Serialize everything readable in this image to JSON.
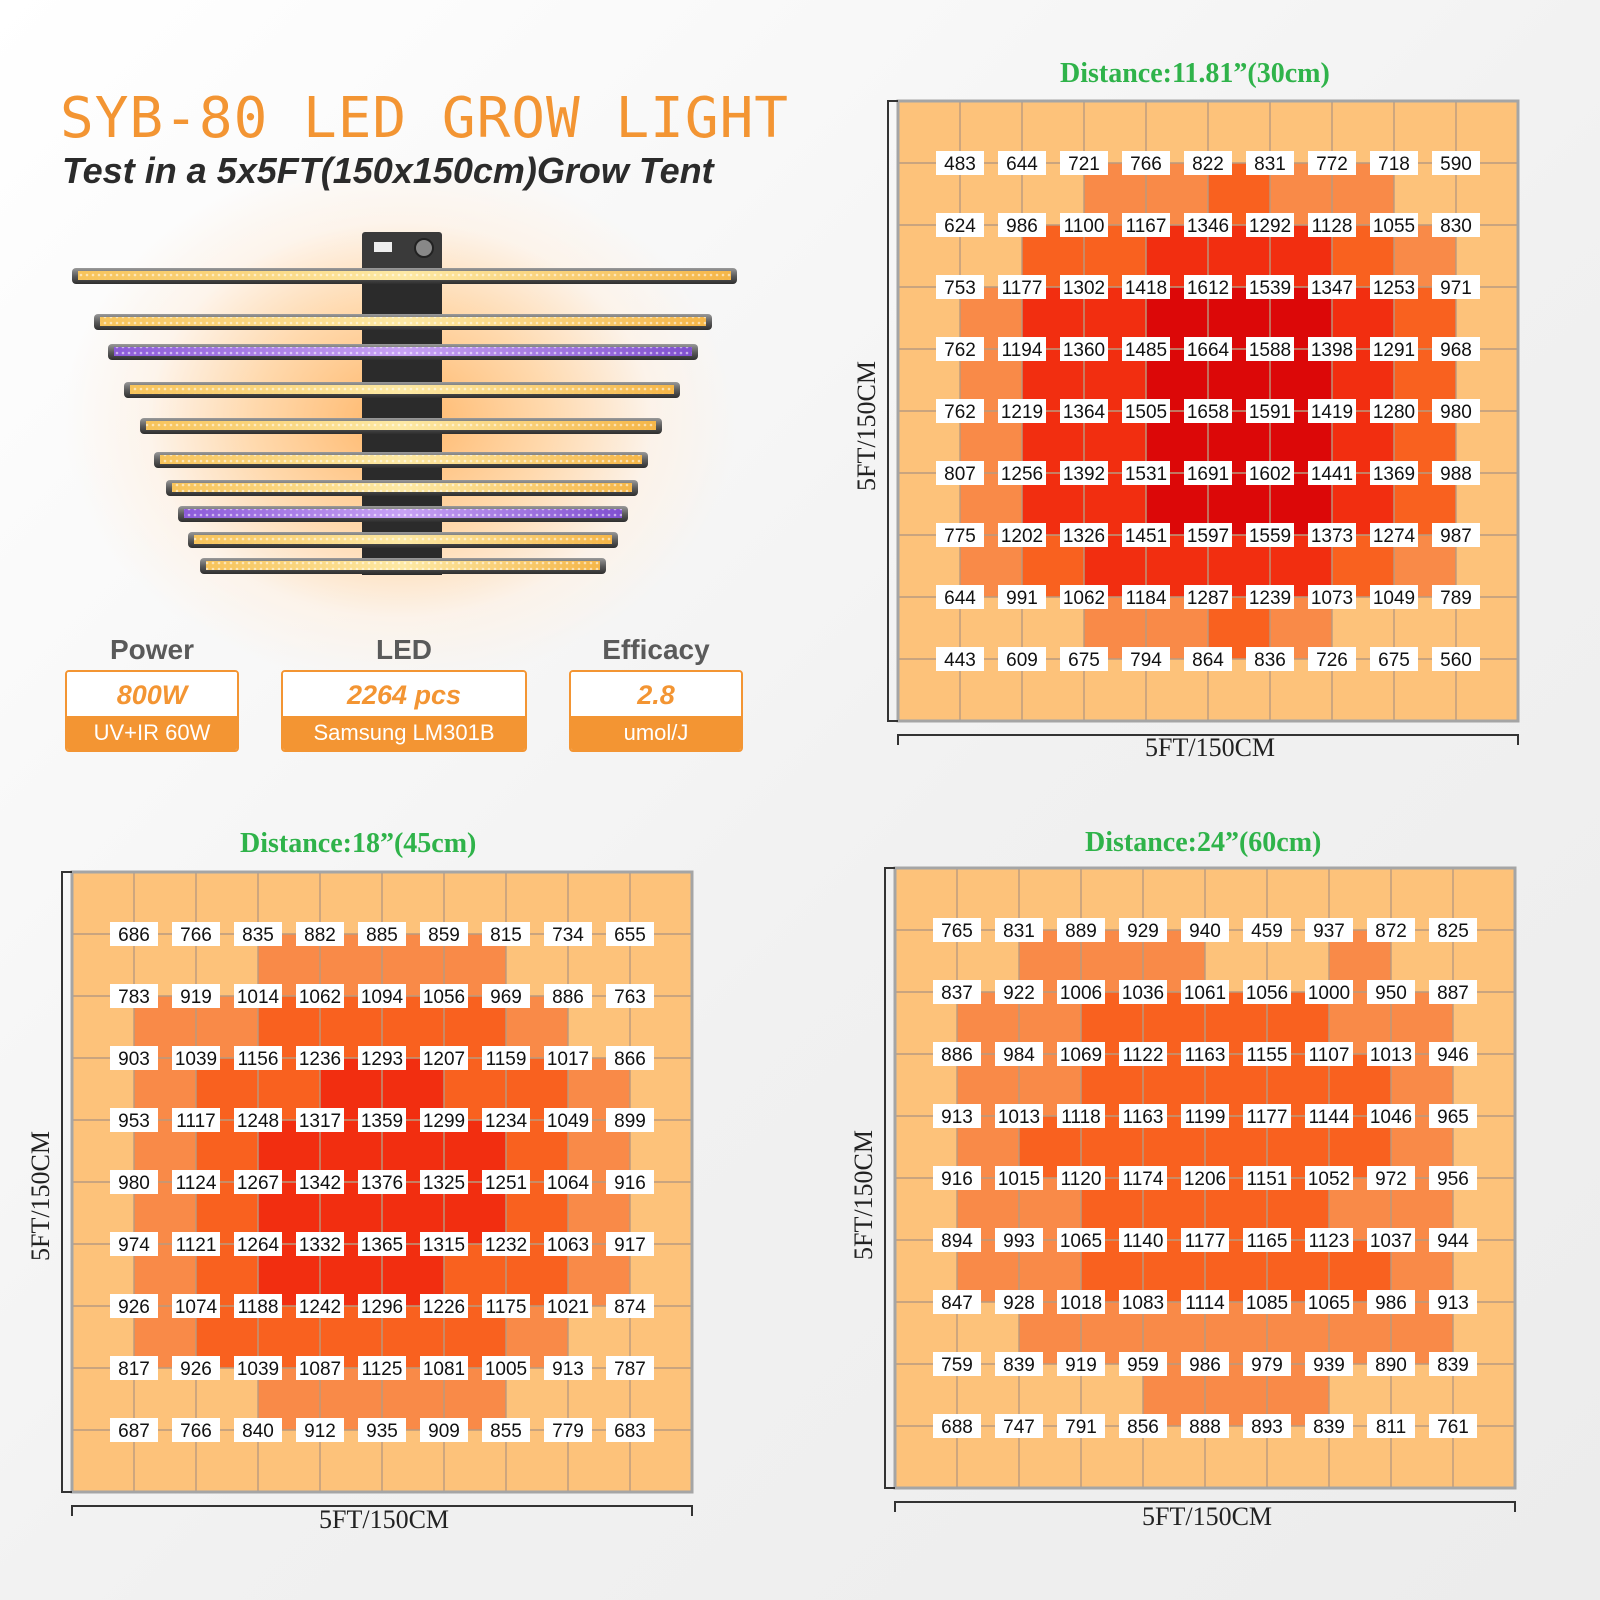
{
  "header": {
    "title": "SYB-80 LED GROW LIGHT",
    "subtitle": "Test in a 5x5FT(150x150cm)Grow Tent"
  },
  "specs": [
    {
      "label": "Power",
      "main": "800W",
      "sub": "UV+IR 60W"
    },
    {
      "label": "LED",
      "main": "2264 pcs",
      "sub": "Samsung LM301B"
    },
    {
      "label": "Efficacy",
      "main": "2.8",
      "sub": "umol/J"
    }
  ],
  "colors": {
    "accent": "#f39533",
    "title_green": "#2fb34a",
    "heat_light": "#fdc27a",
    "heat_mid": "#f98a48",
    "heat_orange": "#f9611f",
    "heat_red": "#f22e10",
    "heat_deep": "#dc0808"
  },
  "chart_data": [
    {
      "type": "heatmap",
      "title": "Distance:11.81”(30cm)",
      "xlabel": "5FT/150CM",
      "ylabel": "5FT/150CM",
      "values": [
        [
          483,
          644,
          721,
          766,
          822,
          831,
          772,
          718,
          590
        ],
        [
          624,
          986,
          1100,
          1167,
          1346,
          1292,
          1128,
          1055,
          830
        ],
        [
          753,
          1177,
          1302,
          1418,
          1612,
          1539,
          1347,
          1253,
          971
        ],
        [
          762,
          1194,
          1360,
          1485,
          1664,
          1588,
          1398,
          1291,
          968
        ],
        [
          762,
          1219,
          1364,
          1505,
          1658,
          1591,
          1419,
          1280,
          980
        ],
        [
          807,
          1256,
          1392,
          1531,
          1691,
          1602,
          1441,
          1369,
          988
        ],
        [
          775,
          1202,
          1326,
          1451,
          1597,
          1559,
          1373,
          1274,
          987
        ],
        [
          644,
          991,
          1062,
          1184,
          1287,
          1239,
          1073,
          1049,
          789
        ],
        [
          443,
          609,
          675,
          794,
          864,
          836,
          726,
          675,
          560
        ]
      ]
    },
    {
      "type": "heatmap",
      "title": "Distance:18”(45cm)",
      "xlabel": "5FT/150CM",
      "ylabel": "5FT/150CM",
      "values": [
        [
          686,
          766,
          835,
          882,
          885,
          859,
          815,
          734,
          655
        ],
        [
          783,
          919,
          1014,
          1062,
          1094,
          1056,
          969,
          886,
          763
        ],
        [
          903,
          1039,
          1156,
          1236,
          1293,
          1207,
          1159,
          1017,
          866
        ],
        [
          953,
          1117,
          1248,
          1317,
          1359,
          1299,
          1234,
          1049,
          899
        ],
        [
          980,
          1124,
          1267,
          1342,
          1376,
          1325,
          1251,
          1064,
          916
        ],
        [
          974,
          1121,
          1264,
          1332,
          1365,
          1315,
          1232,
          1063,
          917
        ],
        [
          926,
          1074,
          1188,
          1242,
          1296,
          1226,
          1175,
          1021,
          874
        ],
        [
          817,
          926,
          1039,
          1087,
          1125,
          1081,
          1005,
          913,
          787
        ],
        [
          687,
          766,
          840,
          912,
          935,
          909,
          855,
          779,
          683
        ]
      ]
    },
    {
      "type": "heatmap",
      "title": "Distance:24”(60cm)",
      "xlabel": "5FT/150CM",
      "ylabel": "5FT/150CM",
      "values": [
        [
          765,
          831,
          889,
          929,
          940,
          459,
          937,
          872,
          825
        ],
        [
          837,
          922,
          1006,
          1036,
          1061,
          1056,
          1000,
          950,
          887
        ],
        [
          886,
          984,
          1069,
          1122,
          1163,
          1155,
          1107,
          1013,
          946
        ],
        [
          913,
          1013,
          1118,
          1163,
          1199,
          1177,
          1144,
          1046,
          965
        ],
        [
          916,
          1015,
          1120,
          1174,
          1206,
          1151,
          1052,
          972,
          956
        ],
        [
          894,
          993,
          1065,
          1140,
          1177,
          1165,
          1123,
          1037,
          944
        ],
        [
          847,
          928,
          1018,
          1083,
          1114,
          1085,
          1065,
          986,
          913
        ],
        [
          759,
          839,
          919,
          959,
          986,
          979,
          939,
          890,
          839
        ],
        [
          688,
          747,
          791,
          856,
          888,
          893,
          839,
          811,
          761
        ]
      ]
    }
  ]
}
